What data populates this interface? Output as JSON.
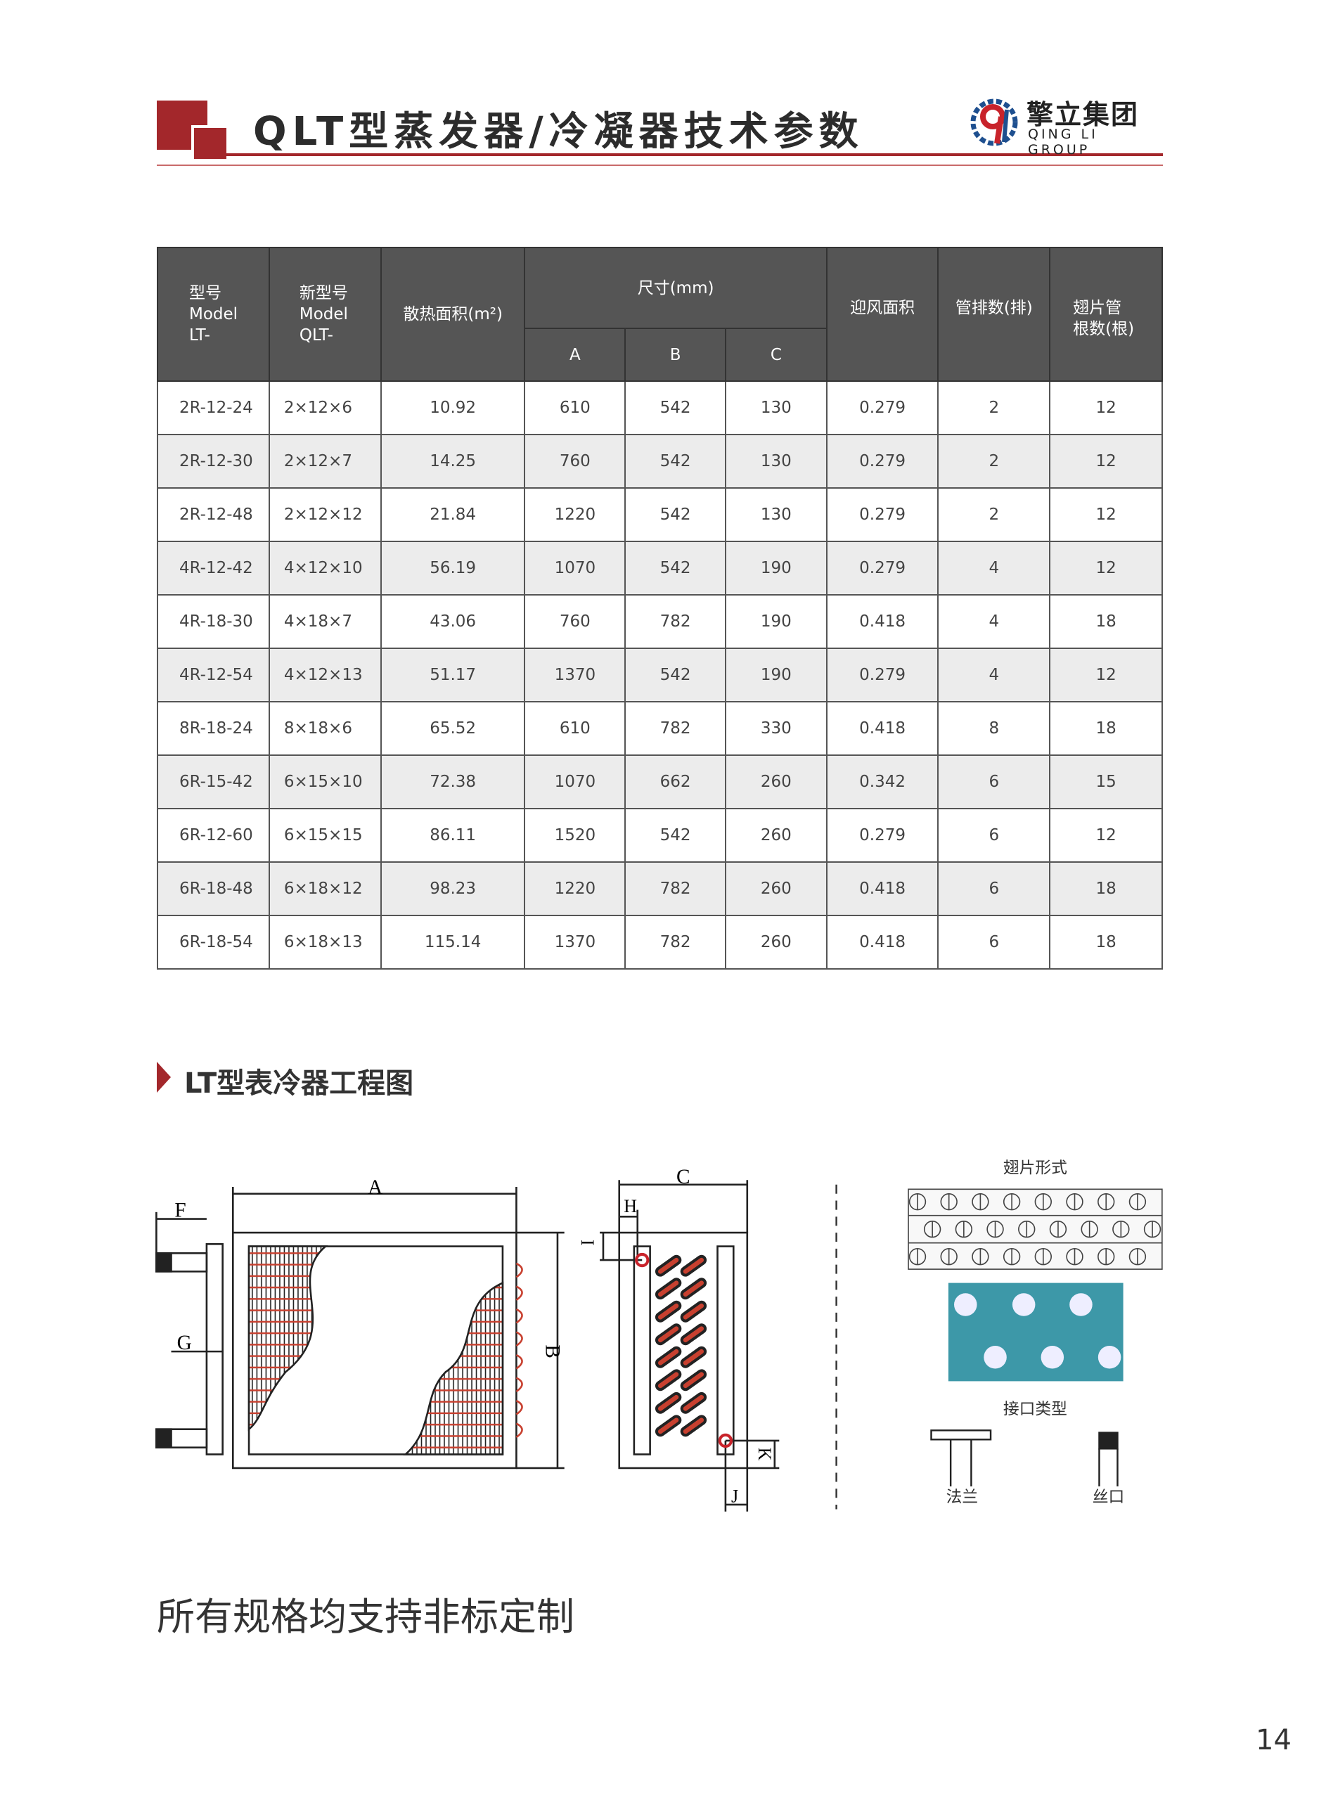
{
  "header": {
    "title": "QLT型蒸发器/冷凝器技术参数",
    "logo_cn": "擎立集团",
    "logo_en": "QING LI GROUP",
    "brand_color": "#a3272b"
  },
  "table": {
    "headers": {
      "model": [
        "型号",
        "Model",
        "LT-"
      ],
      "new_model": [
        "新型号",
        "Model",
        "QLT-"
      ],
      "area": "散热面积(m²)",
      "size": "尺寸(mm)",
      "size_cols": [
        "A",
        "B",
        "C"
      ],
      "face_area": "迎风面积",
      "rows": "管排数(排)",
      "tubes": [
        "翅片管",
        "根数(根)"
      ]
    },
    "rows": [
      [
        "2R-12-24",
        "2×12×6",
        "10.92",
        "610",
        "542",
        "130",
        "0.279",
        "2",
        "12"
      ],
      [
        "2R-12-30",
        "2×12×7",
        "14.25",
        "760",
        "542",
        "130",
        "0.279",
        "2",
        "12"
      ],
      [
        "2R-12-48",
        "2×12×12",
        "21.84",
        "1220",
        "542",
        "130",
        "0.279",
        "2",
        "12"
      ],
      [
        "4R-12-42",
        "4×12×10",
        "56.19",
        "1070",
        "542",
        "190",
        "0.279",
        "4",
        "12"
      ],
      [
        "4R-18-30",
        "4×18×7",
        "43.06",
        "760",
        "782",
        "190",
        "0.418",
        "4",
        "18"
      ],
      [
        "4R-12-54",
        "4×12×13",
        "51.17",
        "1370",
        "542",
        "190",
        "0.279",
        "4",
        "12"
      ],
      [
        "8R-18-24",
        "8×18×6",
        "65.52",
        "610",
        "782",
        "330",
        "0.418",
        "8",
        "18"
      ],
      [
        "6R-15-42",
        "6×15×10",
        "72.38",
        "1070",
        "662",
        "260",
        "0.342",
        "6",
        "15"
      ],
      [
        "6R-12-60",
        "6×15×15",
        "86.11",
        "1520",
        "542",
        "260",
        "0.279",
        "6",
        "12"
      ],
      [
        "6R-18-48",
        "6×18×12",
        "98.23",
        "1220",
        "782",
        "260",
        "0.418",
        "6",
        "18"
      ],
      [
        "6R-18-54",
        "6×18×13",
        "115.14",
        "1370",
        "782",
        "260",
        "0.418",
        "6",
        "18"
      ]
    ]
  },
  "section": {
    "title": "LT型表冷器工程图"
  },
  "diagram": {
    "labels": {
      "A": "A",
      "B": "B",
      "C": "C",
      "F": "F",
      "G": "G",
      "H": "H",
      "I": "I",
      "J": "J",
      "K": "K"
    },
    "fin_title": "翅片形式",
    "interface_title": "接口类型",
    "flange": "法兰",
    "thread": "丝口"
  },
  "footer": {
    "note": "所有规格均支持非标定制",
    "page": "14"
  }
}
